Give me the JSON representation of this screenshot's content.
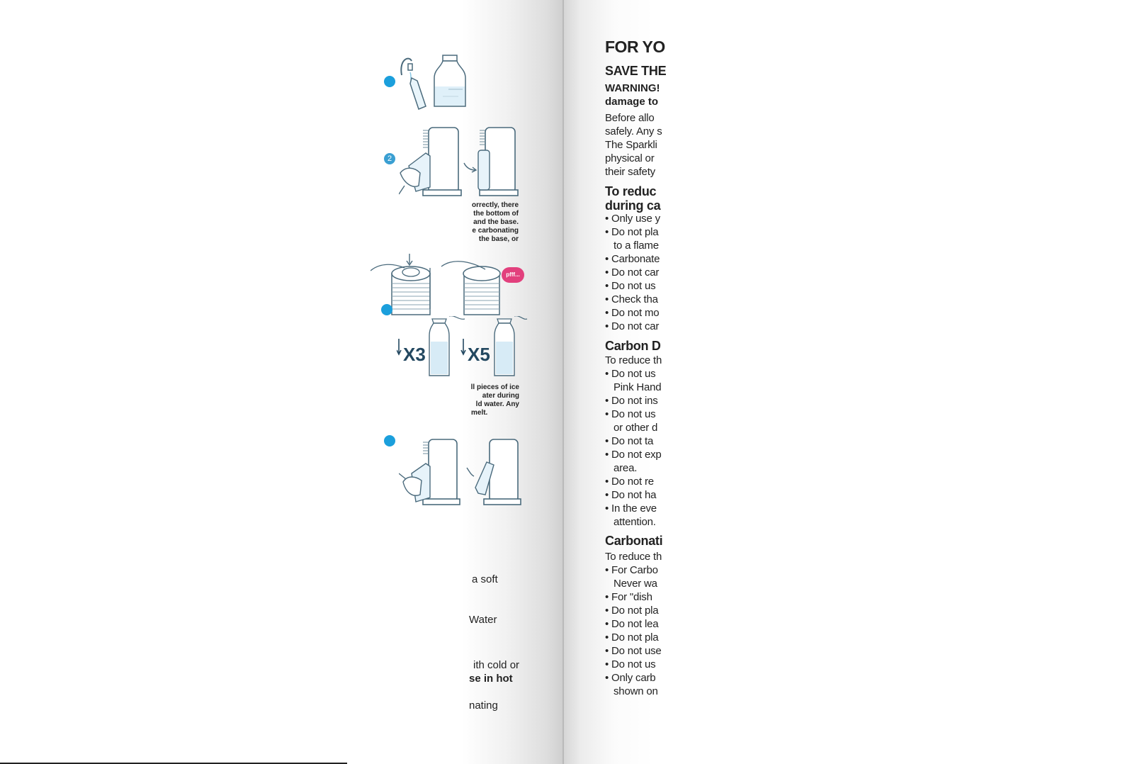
{
  "left_page": {
    "steps": {
      "two": "2"
    },
    "caption_a": [
      "orrectly, there",
      "the bottom of",
      "and the base.",
      "e carbonating",
      "the   base,  or"
    ],
    "pfff_label": "pfff...",
    "count_a": "X3",
    "count_b": "X5",
    "caption_b": [
      "ll pieces of ice",
      "ater     during",
      "ld  water.  Any",
      "melt."
    ],
    "fragments": [
      {
        "text": "a soft",
        "bold": false
      },
      {
        "text": "Water",
        "bold": false
      },
      {
        "text": "ith cold or",
        "bold": false
      },
      {
        "text": "se in hot",
        "bold": true
      },
      {
        "text": "nating",
        "bold": false
      }
    ],
    "accent_blue": "#1b9fdc",
    "accent_pink": "#e2407d"
  },
  "right_page": {
    "title": "FOR YO",
    "save_line": "SAVE THE",
    "warning_1": "WARNING!",
    "warning_2": "damage to",
    "intro": [
      "Before allo",
      "safely. Any s",
      "The  Sparkli",
      "physical  or",
      "their safety"
    ],
    "section_1": [
      "To  reduc",
      "during ca"
    ],
    "section_1_items": [
      {
        "text": "• Only use y",
        "indent": false
      },
      {
        "text": "• Do not pla",
        "indent": false
      },
      {
        "text": "to a flame",
        "indent": true
      },
      {
        "text": "• Carbonate",
        "indent": false
      },
      {
        "text": "• Do not car",
        "indent": false
      },
      {
        "text": "• Do not us",
        "indent": false
      },
      {
        "text": "• Check tha",
        "indent": false
      },
      {
        "text": "• Do not mo",
        "indent": false
      },
      {
        "text": "• Do not car",
        "indent": false
      }
    ],
    "section_2_title": "Carbon D",
    "section_2_intro": "To reduce th",
    "section_2_items": [
      {
        "text": "• Do not us",
        "indent": false
      },
      {
        "text": "Pink Hand",
        "indent": true
      },
      {
        "text": "• Do not ins",
        "indent": false
      },
      {
        "text": "• Do not us",
        "indent": false
      },
      {
        "text": "or other d",
        "indent": true
      },
      {
        "text": "• Do not ta",
        "indent": false
      },
      {
        "text": "• Do not exp",
        "indent": false
      },
      {
        "text": "area.",
        "indent": true
      },
      {
        "text": "• Do not re",
        "indent": false
      },
      {
        "text": "• Do not ha",
        "indent": false
      },
      {
        "text": "• In the eve",
        "indent": false
      },
      {
        "text": "attention.",
        "indent": true
      }
    ],
    "section_3_title": "Carbonati",
    "section_3_intro": "To reduce th",
    "section_3_items": [
      {
        "text": "• For Carbo",
        "indent": false
      },
      {
        "text": "Never wa",
        "indent": true
      },
      {
        "text": "• For \"dish",
        "indent": false
      },
      {
        "text": "• Do not pla",
        "indent": false
      },
      {
        "text": "• Do not lea",
        "indent": false
      },
      {
        "text": "• Do not pla",
        "indent": false
      },
      {
        "text": "• Do not use",
        "indent": false
      },
      {
        "text": "• Do not us",
        "indent": false
      },
      {
        "text": "• Only carb",
        "indent": false
      },
      {
        "text": "shown on",
        "indent": true
      }
    ]
  }
}
